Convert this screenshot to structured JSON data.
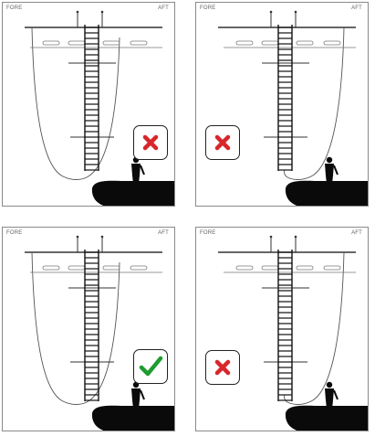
{
  "panels": [
    {
      "fore_label": "FORE",
      "aft_label": "AFT",
      "hull": "u-shape",
      "verdict": "incorrect",
      "badge_side": "right",
      "ladder_bottom": "reaches-hull"
    },
    {
      "fore_label": "FORE",
      "aft_label": "AFT",
      "hull": "j-shape",
      "verdict": "incorrect",
      "badge_side": "left",
      "ladder_bottom": "reaches-hull"
    },
    {
      "fore_label": "FORE",
      "aft_label": "AFT",
      "hull": "u-shape",
      "verdict": "correct",
      "badge_side": "right",
      "ladder_bottom": "extends-below-hull"
    },
    {
      "fore_label": "FORE",
      "aft_label": "AFT",
      "hull": "j-shape",
      "verdict": "incorrect",
      "badge_side": "left",
      "ladder_bottom": "extends-below-hull"
    }
  ],
  "icons": {
    "correct": "check-icon",
    "incorrect": "cross-icon"
  },
  "colors": {
    "correct": "#1e9c2e",
    "incorrect": "#d8262b",
    "outline": "#222222",
    "silhouette": "#0a0a0a"
  }
}
